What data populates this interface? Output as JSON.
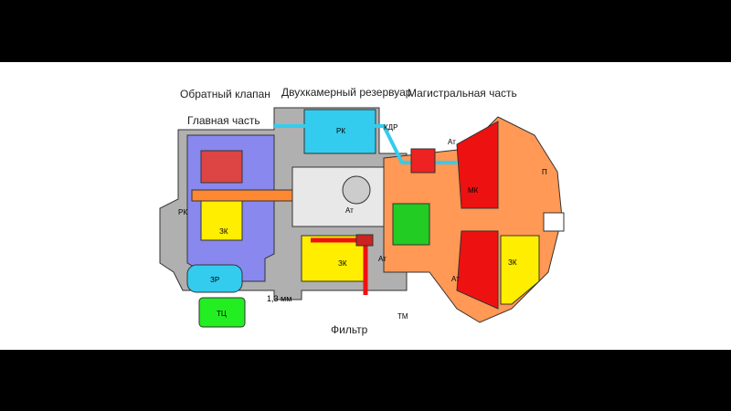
{
  "diagram": {
    "top_labels": {
      "check_valve": "Обратный клапан",
      "dual_reservoir": "Двухкамерный резервуар",
      "main_line_part": "Магистральная часть",
      "main_part": "Главная часть"
    },
    "bottom_labels": {
      "filter": "Фильтр"
    },
    "inner_labels": {
      "rk": "РК",
      "zk": "ЗК",
      "zr": "ЗР",
      "tc": "ТЦ",
      "kdr": "КДР",
      "at": "Ат",
      "tm": "ТМ",
      "p": "П",
      "mk": "МК",
      "orifice": "1,3 мм"
    },
    "colors": {
      "cyan": "#33CCEE",
      "purple": "#8888EE",
      "orange": "#FF9955",
      "red": "#EE1111",
      "yellow": "#FFEE00",
      "green": "#22CC22",
      "gray": "#AAAAAA",
      "darkgreen": "#117711",
      "brown": "#CC6622"
    }
  }
}
